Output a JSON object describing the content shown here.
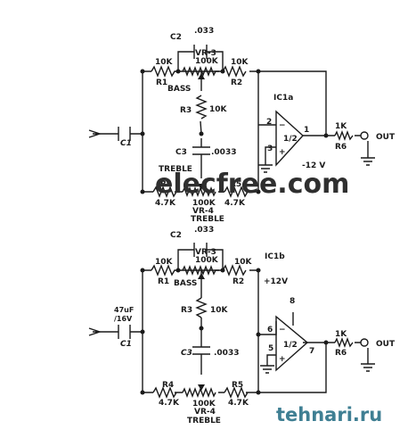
{
  "top": {
    "C2": "C2",
    "C2_val": ".033",
    "VR3": "VR-3",
    "VR3_val": "100K",
    "R1_val": "10K",
    "R1": "R1",
    "R2_val": "10K",
    "R2": "R2",
    "bass": "BASS",
    "R3": "R3",
    "R3_val": "10K",
    "C1": "C1",
    "C3": "C3",
    "C3_val": ".0033",
    "treble_label": "TREBLE",
    "R4": "R4",
    "R4_val": "4.7K",
    "VR4_val": "100K",
    "VR4": "VR-4",
    "treble": "TREBLE",
    "R5": "R5",
    "R5_val": "4.7K",
    "ic": "IC1a",
    "pin2": "2",
    "pin3": "3",
    "pin1": "1",
    "minus": "−",
    "plus": "+",
    "half": "1/2",
    "supply": "-12 V",
    "R6_val": "1K",
    "R6": "R6",
    "out": "OUT"
  },
  "bottom": {
    "C2": "C2",
    "C2_val": ".033",
    "VR3": "VR-3",
    "VR3_val": "100K",
    "R1_val": "10K",
    "R1": "R1",
    "R2_val": "10K",
    "R2": "R2",
    "bass": "BASS",
    "ic": "IC1b",
    "supply": "+12V",
    "pin8": "8",
    "pin6": "6",
    "pin5": "5",
    "pin7": "7",
    "minus": "−",
    "plus": "+",
    "half": "1/2",
    "C1_val1": "47uF",
    "C1_val2": "/16V",
    "C1": "C1",
    "R3": "R3",
    "R3_val": "10K",
    "C3": "C3",
    "C3_val": ".0033",
    "R6_val": "1K",
    "R6": "R6",
    "out": "OUT",
    "R4": "R4",
    "R4_val": "4.7K",
    "VR4_val": "100K",
    "VR4": "VR-4",
    "treble": "TREBLE",
    "R5": "R5",
    "R5_val": "4.7K"
  },
  "watermarks": {
    "top": "elecfree.com",
    "bottom": "tehnari.ru"
  },
  "colors": {
    "ink": "#1a1a1a",
    "watermark_top": "#2f2f2f",
    "watermark_bottom": "#3f7f93"
  }
}
